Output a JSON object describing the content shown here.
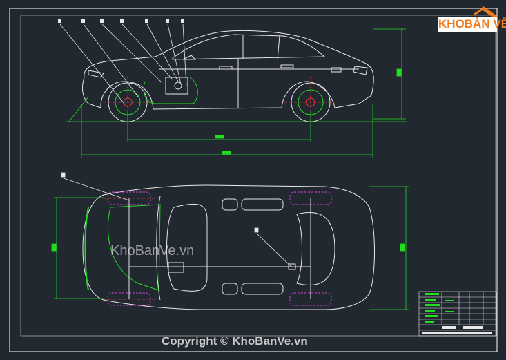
{
  "logo": {
    "brand_part1": "KHO",
    "brand_part2": "BẢN VẼ"
  },
  "watermark": "KhoBanVe.vn",
  "copyright": "Copyright © KhoBanVe.vn",
  "colors": {
    "background": "#212830",
    "frame": "#ffffff",
    "dimension": "#22dd22",
    "centerline": "#ff3030",
    "wheel_highlight": "#e040e0",
    "accent": "#f07a1a"
  }
}
